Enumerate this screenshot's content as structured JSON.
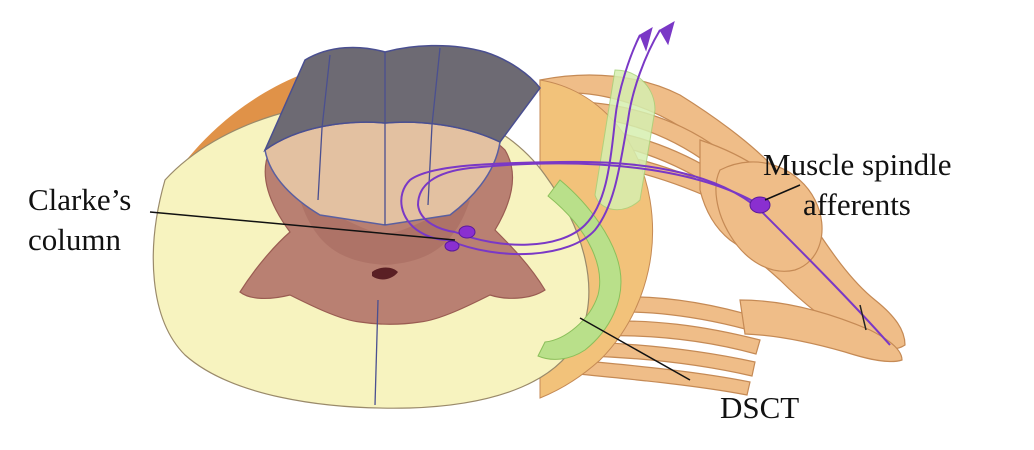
{
  "labels": {
    "clarke_line1": "Clarke’s",
    "clarke_line2": "column",
    "spindle_line1": "Muscle spindle",
    "spindle_line2": "afferents",
    "dsct": "DSCT"
  },
  "colors": {
    "white_matter": "#f7f3bf",
    "gray_matter": "#b98072",
    "gray_matter_dark": "#9a5c52",
    "dorsal_column_top": "#6d6a73",
    "dorsal_column_face": "#e3c1a1",
    "root_fill": "#efbd88",
    "root_stroke": "#c58a55",
    "side_surface": "#f2c27a",
    "side_dark": "#e09248",
    "dsct_tract": "#b9e08a",
    "dsct_tract_light": "#d6efb0",
    "afferent": "#7a38c6",
    "afferent_cell": "#8a2fd0",
    "pointer": "#111111"
  }
}
